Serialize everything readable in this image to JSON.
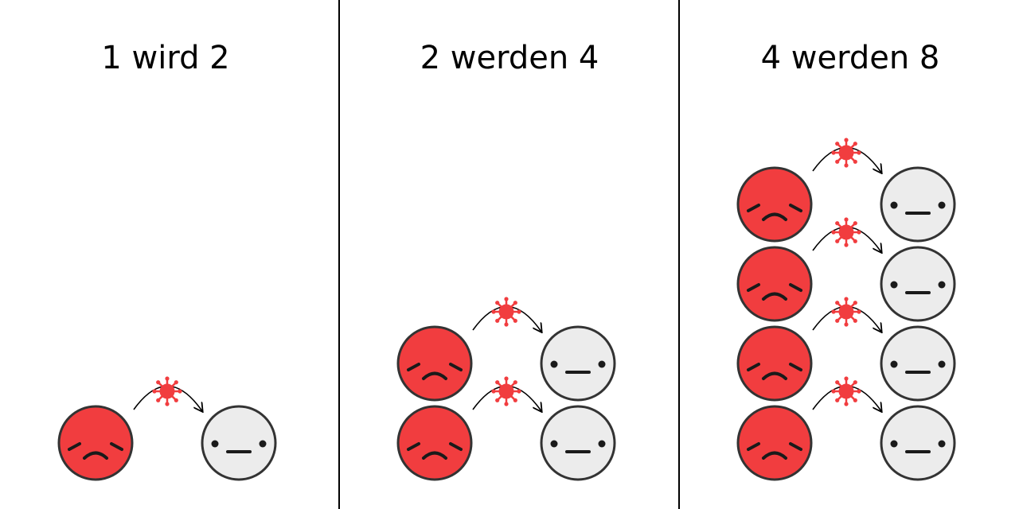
{
  "panels": [
    {
      "title": "1 wird 2",
      "pairs": 1
    },
    {
      "title": "2 werden 4",
      "pairs": 2
    },
    {
      "title": "4 werden 8",
      "pairs": 4
    }
  ],
  "colors": {
    "infected_fill": "#f13d3f",
    "healthy_fill": "#ececec",
    "outline": "#333333",
    "virus": "#f13d3f",
    "divider": "#000000",
    "background": "#ffffff"
  },
  "icons": {
    "infected": "sad-face-icon",
    "healthy": "neutral-face-icon",
    "virus": "virus-icon",
    "transmission": "curved-arrow-icon"
  }
}
